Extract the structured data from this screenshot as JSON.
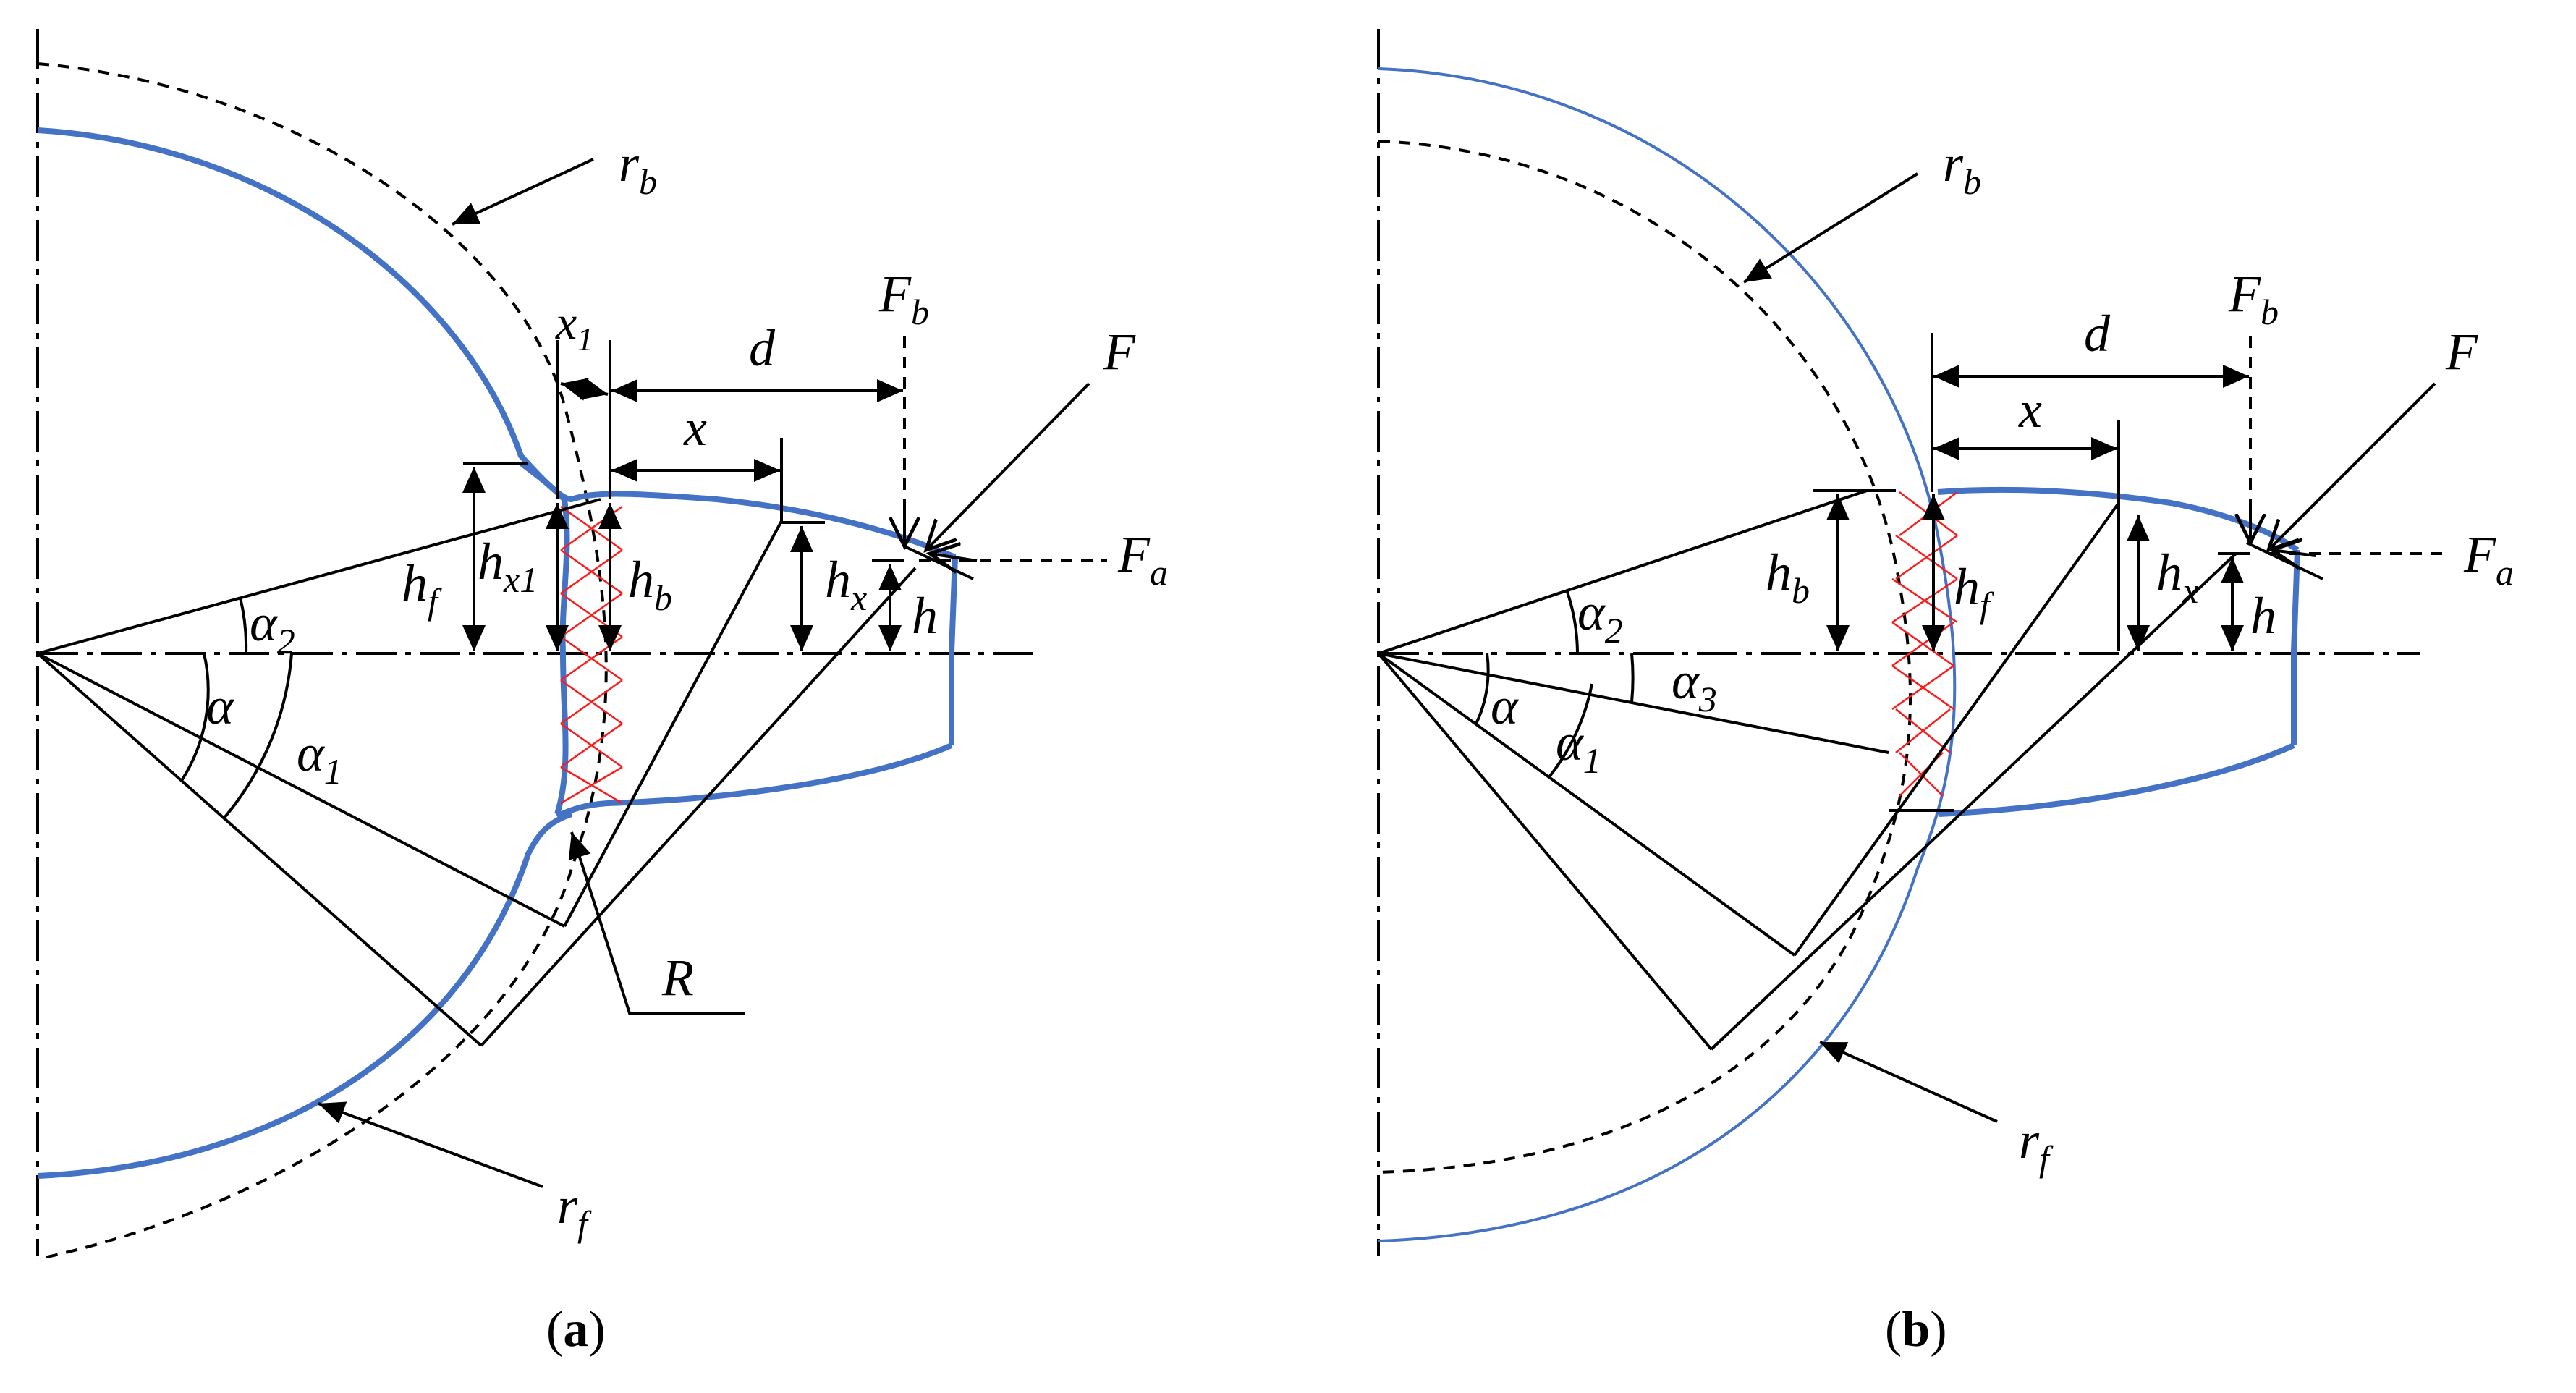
{
  "colors": {
    "tooth_outline": "#4472c4",
    "crack_hatch": "#ff1a1a",
    "lines": "#000000",
    "background": "#ffffff"
  },
  "panel_a": {
    "caption_open": "(",
    "caption_letter": "a",
    "caption_close": ")",
    "labels": {
      "r_b": {
        "base": "r",
        "sub": "b"
      },
      "r_f": {
        "base": "r",
        "sub": "f"
      },
      "x1": {
        "base": "x",
        "sub": "1"
      },
      "d": {
        "base": "d"
      },
      "F_b": {
        "base": "F",
        "sub": "b"
      },
      "F": {
        "base": "F"
      },
      "F_a": {
        "base": "F",
        "sub": "a"
      },
      "x": {
        "base": "x"
      },
      "h_f": {
        "base": "h",
        "sub": "f"
      },
      "h_x1": {
        "base": "h",
        "sub": "x1"
      },
      "h_b": {
        "base": "h",
        "sub": "b"
      },
      "h_x": {
        "base": "h",
        "sub": "x"
      },
      "h": {
        "base": "h"
      },
      "alpha_2": {
        "base": "α",
        "sub": "2"
      },
      "alpha": {
        "base": "α"
      },
      "alpha_1": {
        "base": "α",
        "sub": "1"
      },
      "R": {
        "base": "R"
      }
    }
  },
  "panel_b": {
    "caption_open": "(",
    "caption_letter": "b",
    "caption_close": ")",
    "labels": {
      "r_b": {
        "base": "r",
        "sub": "b"
      },
      "r_f": {
        "base": "r",
        "sub": "f"
      },
      "d": {
        "base": "d"
      },
      "F_b": {
        "base": "F",
        "sub": "b"
      },
      "F": {
        "base": "F"
      },
      "F_a": {
        "base": "F",
        "sub": "a"
      },
      "x": {
        "base": "x"
      },
      "h_b": {
        "base": "h",
        "sub": "b"
      },
      "h_f": {
        "base": "h",
        "sub": "f"
      },
      "h_x": {
        "base": "h",
        "sub": "x"
      },
      "h": {
        "base": "h"
      },
      "alpha_2": {
        "base": "α",
        "sub": "2"
      },
      "alpha_3": {
        "base": "α",
        "sub": "3"
      },
      "alpha": {
        "base": "α"
      },
      "alpha_1": {
        "base": "α",
        "sub": "1"
      }
    }
  }
}
